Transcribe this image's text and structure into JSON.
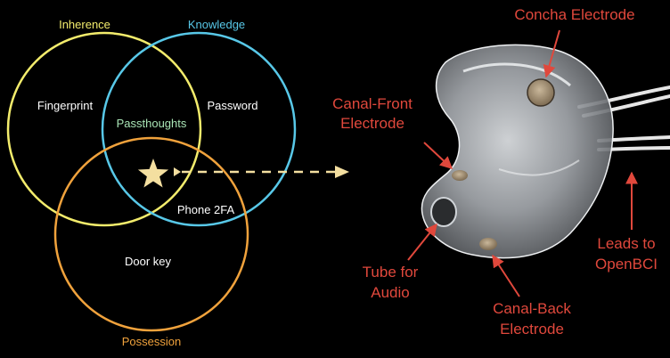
{
  "venn": {
    "inherence": {
      "label": "Inherence",
      "color": "#f3ec6c"
    },
    "knowledge": {
      "label": "Knowledge",
      "color": "#58c8e8"
    },
    "possession": {
      "label": "Possession",
      "color": "#f0a23c"
    },
    "fingerprint": "Fingerprint",
    "password": "Password",
    "passthoughts": "Passthoughts",
    "phone_2fa": "Phone 2FA",
    "door_key": "Door key",
    "star_color": "#f4dfa0"
  },
  "device": {
    "annotation_color": "#e0483c",
    "concha_electrode": "Concha Electrode",
    "canal_front_line1": "Canal-Front",
    "canal_front_line2": "Electrode",
    "tube_line1": "Tube for",
    "tube_line2": "Audio",
    "canal_back_line1": "Canal-Back",
    "canal_back_line2": "Electrode",
    "leads_line1": "Leads to",
    "leads_line2": "OpenBCI"
  }
}
